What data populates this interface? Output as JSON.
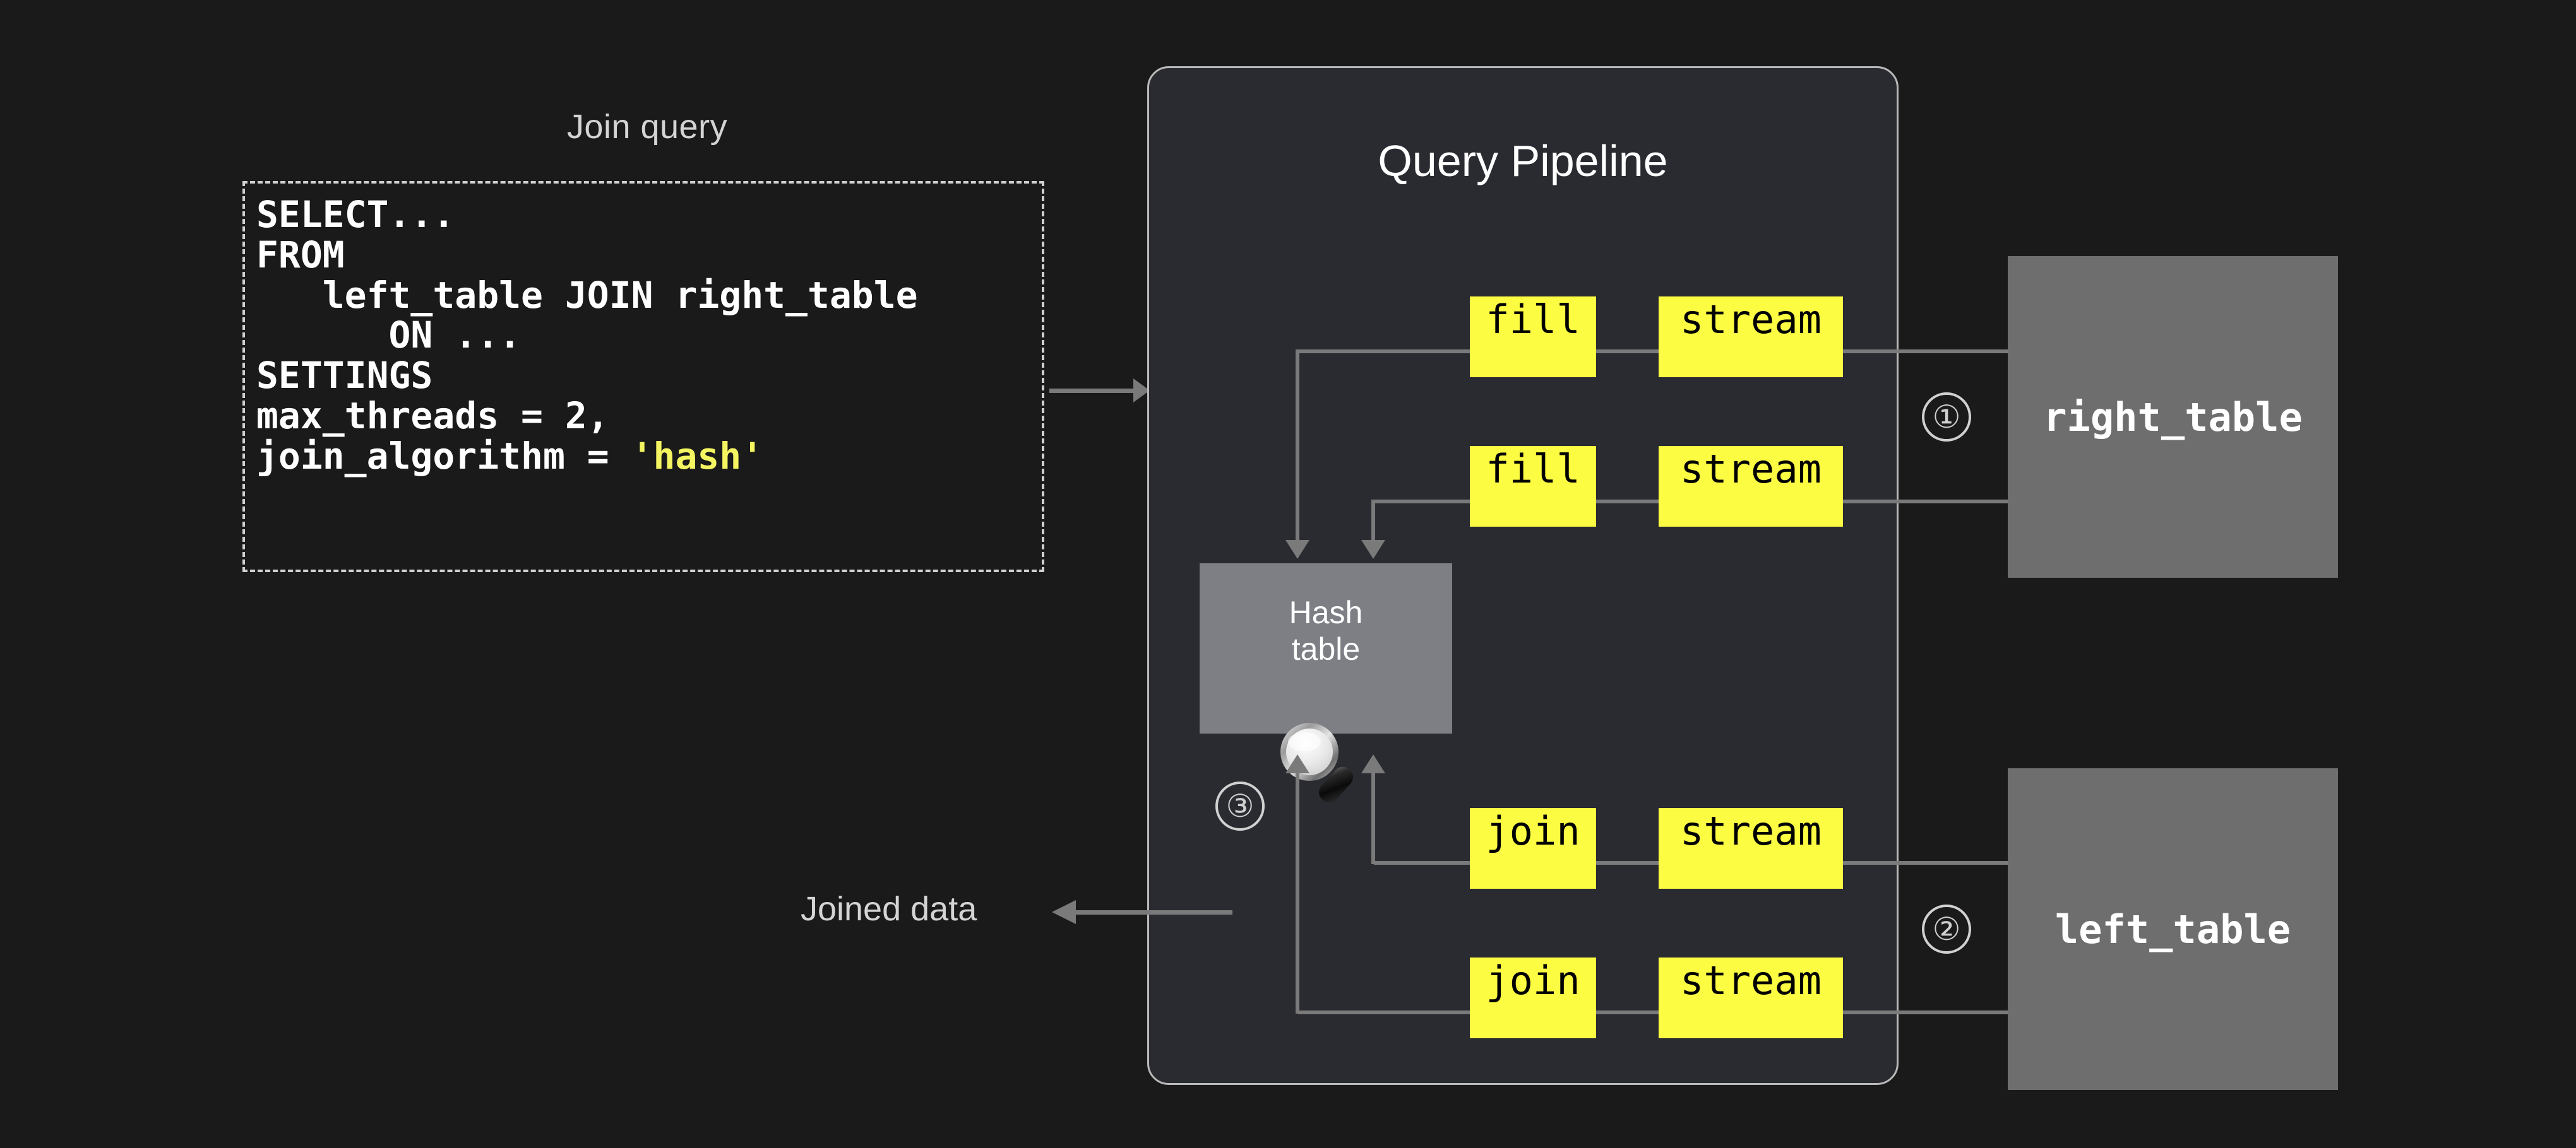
{
  "background_color": "#1a1a1a",
  "left": {
    "title": "Join query",
    "query_code_line1": "SELECT...",
    "query_code_line2": "FROM",
    "query_code_line3": "   left_table JOIN right_table",
    "query_code_line4": "      ON ...",
    "query_code_line5": "SETTINGS",
    "query_code_line6": "max_threads = 2,",
    "query_code_line7_prefix": "join_algorithm = ",
    "query_code_line7_value": "'hash'",
    "highlight_color": "#f5f562"
  },
  "pipeline": {
    "title": "Query Pipeline",
    "panel_bg": "#292b31",
    "panel_border": "#b9b9b9",
    "hash_table_label": "Hash\ntable",
    "hash_table_color": "#7d7f85",
    "op_box_color": "#fcfc43",
    "ops": [
      {
        "id": "fill-1",
        "label": "fill",
        "row": "top-1"
      },
      {
        "id": "stream-1",
        "label": "stream",
        "row": "top-1"
      },
      {
        "id": "fill-2",
        "label": "fill",
        "row": "top-2"
      },
      {
        "id": "stream-2",
        "label": "stream",
        "row": "top-2"
      },
      {
        "id": "join-1",
        "label": "join",
        "row": "bottom-1"
      },
      {
        "id": "stream-3",
        "label": "stream",
        "row": "bottom-1"
      },
      {
        "id": "join-2",
        "label": "join",
        "row": "bottom-2"
      },
      {
        "id": "stream-4",
        "label": "stream",
        "row": "bottom-2"
      }
    ]
  },
  "tables": {
    "right": {
      "label": "right_table",
      "marker": "①",
      "color": "#6e6e6e"
    },
    "left": {
      "label": "left_table",
      "marker": "②",
      "color": "#6e6e6e"
    }
  },
  "markers": {
    "hash_probe": "③"
  },
  "output": {
    "joined_data_label": "Joined data"
  },
  "icons": {
    "magnifier": "magnifier-icon"
  }
}
